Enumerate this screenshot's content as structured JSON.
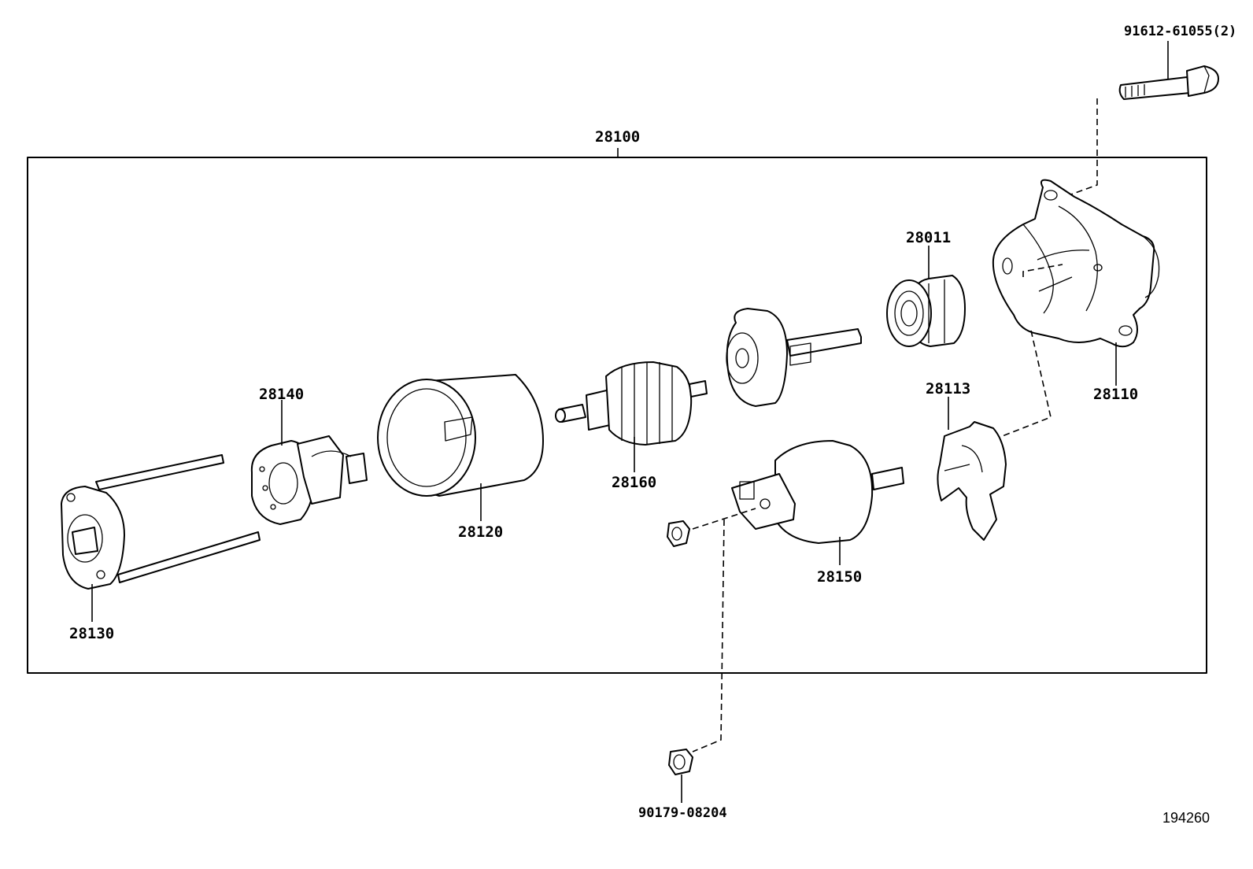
{
  "labels": {
    "assembly": "28100",
    "housing": "28110",
    "drive_lever": "28113",
    "clutch": "28011",
    "yoke": "28120",
    "end_frame": "28130",
    "brush_holder": "28140",
    "magnetic_switch": "28150",
    "armature": "28160",
    "bolt": "91612-61055(2)",
    "nut": "90179-08204",
    "figure_number": "194260"
  }
}
